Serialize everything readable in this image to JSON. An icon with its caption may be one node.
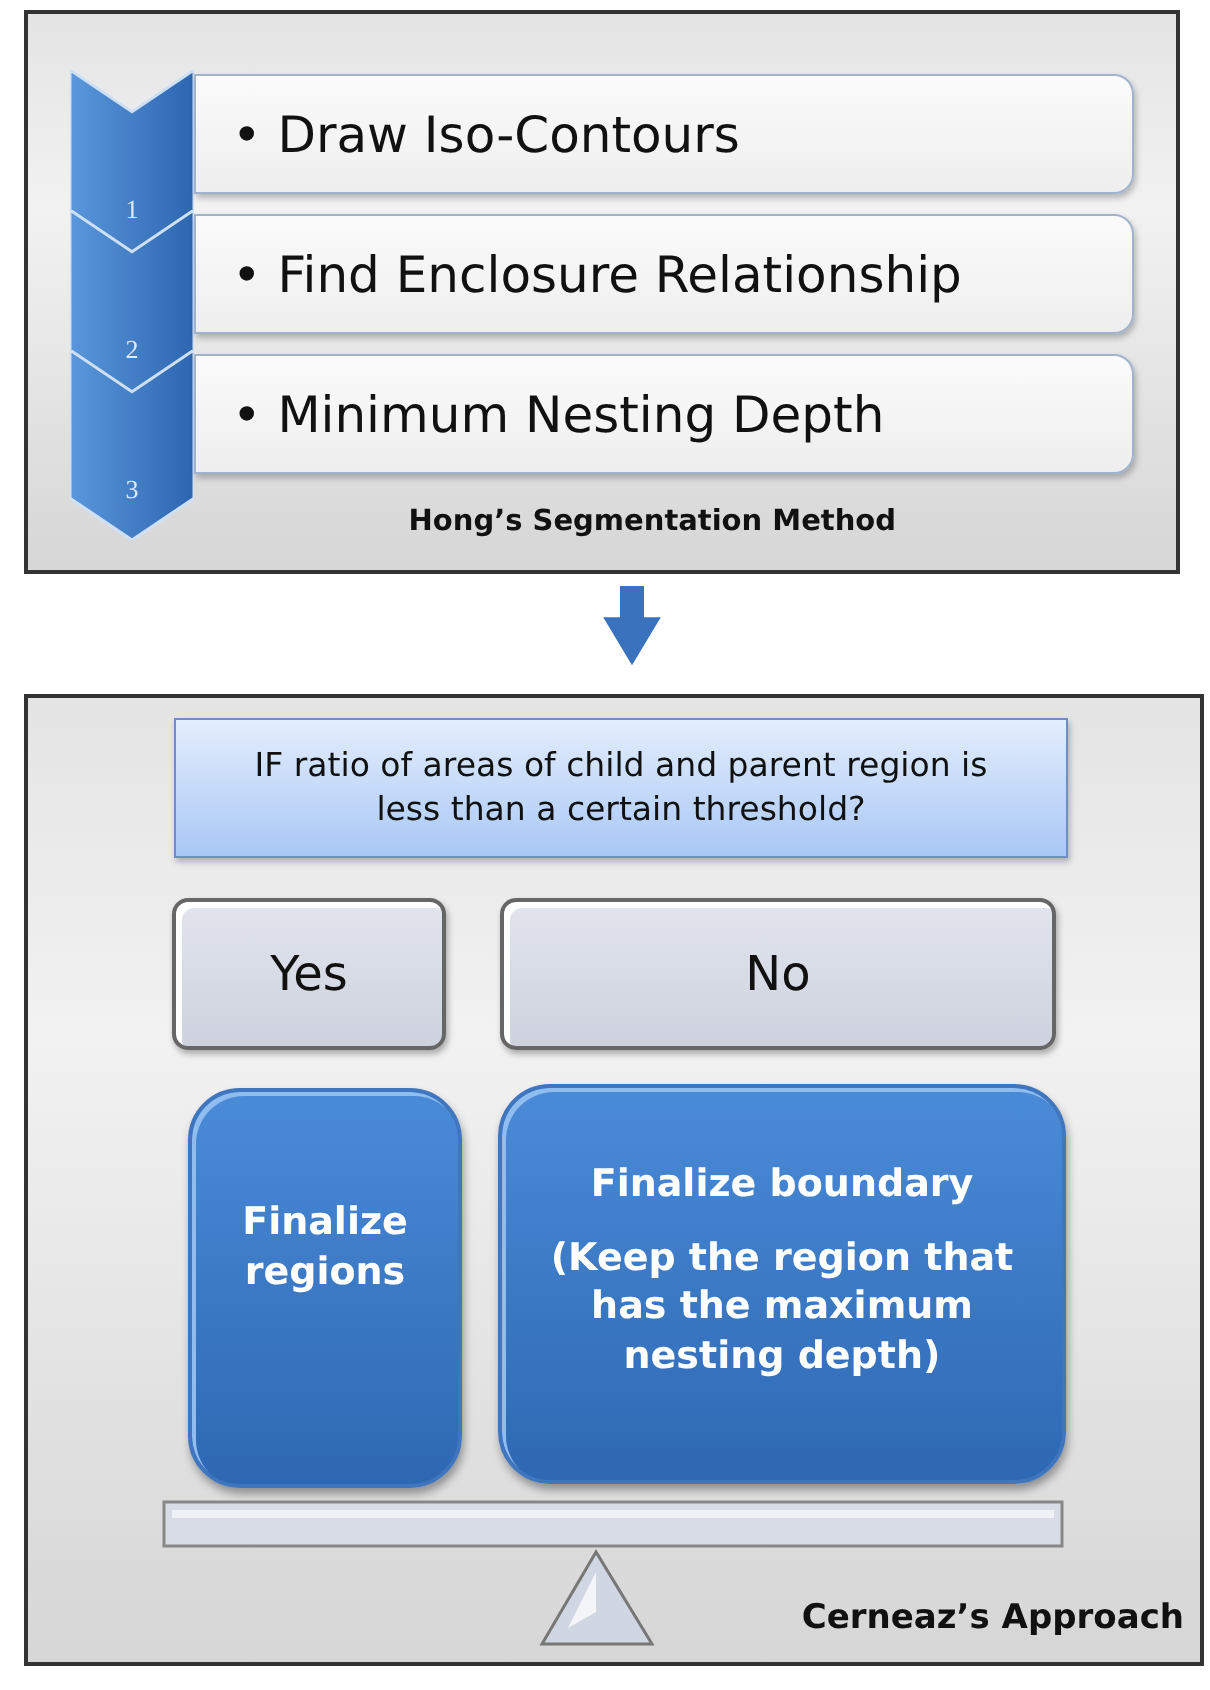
{
  "diagram": {
    "nodes": [
      {
        "text": [
          "Hong’s Segmentation Method"
        ]
      },
      {
        "text": [
          "1"
        ],
        "in": 0
      },
      {
        "text": [
          "• Draw Iso-Contours"
        ],
        "in": 0
      },
      {
        "text": [
          "2"
        ],
        "in": 0
      },
      {
        "text": [
          "• Find Enclosure Relationship"
        ],
        "in": 0
      },
      {
        "text": [
          "3"
        ],
        "in": 0
      },
      {
        "text": [
          "• Minimum Nesting Depth"
        ],
        "in": 0
      },
      {
        "text": [
          "Cerneaz’s Approach"
        ]
      },
      {
        "text": [
          "IF ratio of areas of child and parent region is less than a certain threshold?"
        ],
        "in": 7
      },
      {
        "text": [
          "Yes"
        ],
        "in": 7
      },
      {
        "text": [
          "No"
        ],
        "in": 7
      },
      {
        "text": [
          "Finalize regions"
        ],
        "in": 7
      },
      {
        "text": [
          "Finalize boundary",
          "(Keep the region that has the maximum nesting depth)"
        ],
        "in": 7
      }
    ],
    "edges": [
      {
        "from": 0,
        "to": 7,
        "arrow": "to"
      }
    ]
  }
}
